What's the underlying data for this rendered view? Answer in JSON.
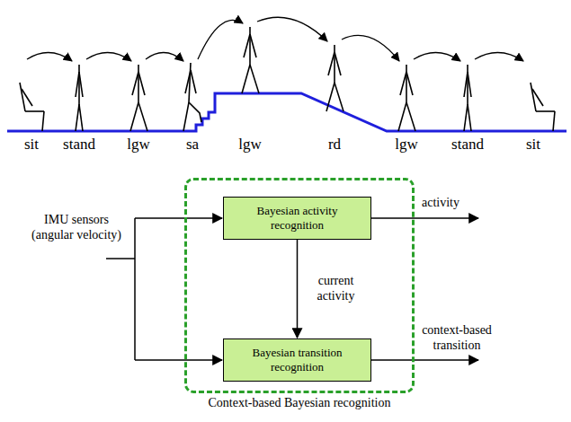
{
  "diagram": {
    "nodes": [
      {
        "text": [
          "Context-based Bayesian recognition"
        ]
      },
      {
        "text": [
          "Bayesian activity recognition"
        ],
        "in": 0
      },
      {
        "text": [
          "Bayesian transition recognition"
        ],
        "in": 0
      }
    ],
    "edges": [
      {
        "from": 1,
        "to": 2,
        "arrow": "to",
        "label": "current activity"
      }
    ],
    "labels": [
      "sit",
      "stand",
      "lgw",
      "sa",
      "lgw",
      "rd",
      "lgw",
      "stand",
      "sit",
      "IMU sensors (angular velocity)",
      "activity",
      "context-based transition"
    ]
  }
}
